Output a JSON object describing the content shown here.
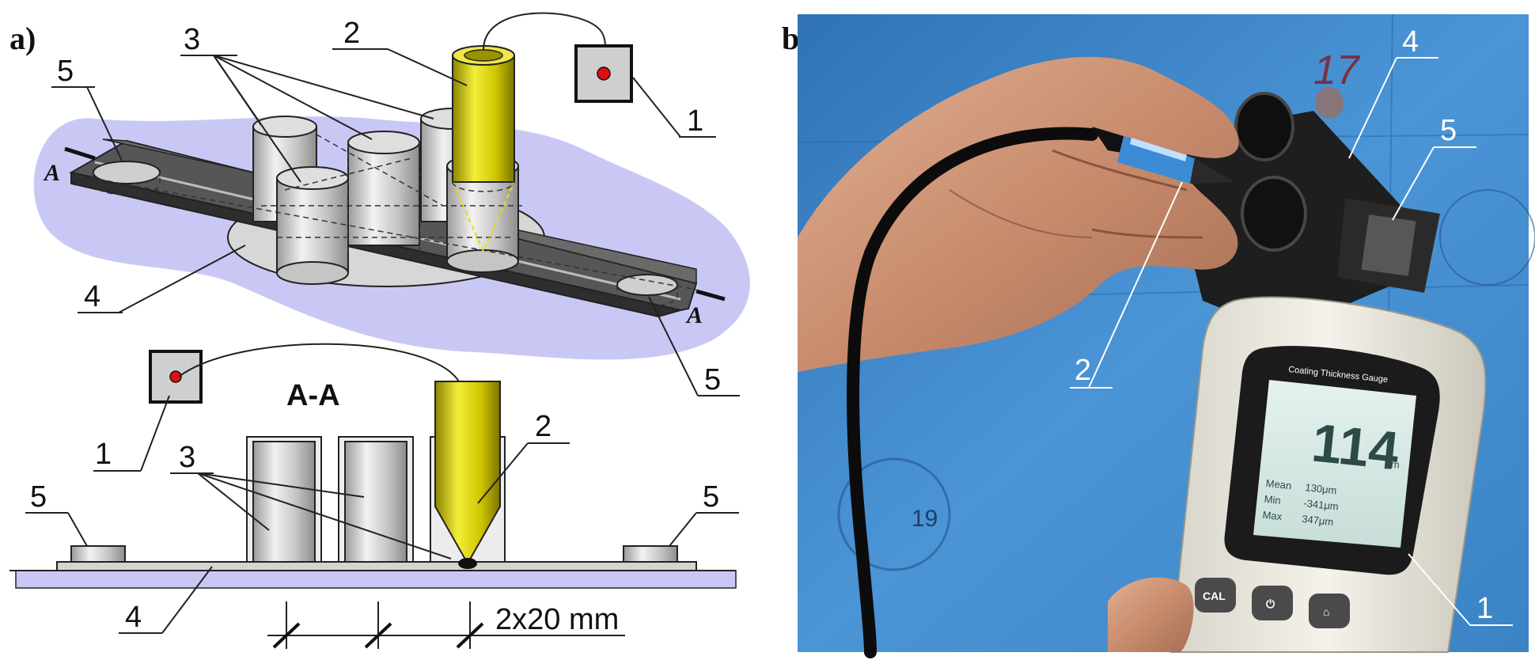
{
  "panel_a": {
    "label": "a)",
    "section_title": "A-A",
    "section_mark": "A",
    "dimension": "2x20 mm",
    "callouts": {
      "n1": "1",
      "n2": "2",
      "n3": "3",
      "n4": "4",
      "n5": "5"
    }
  },
  "panel_b": {
    "label": "b)",
    "wall_number": "17",
    "wall_number_2": "19",
    "callouts": {
      "n1": "1",
      "n2": "2",
      "n4": "4",
      "n5": "5"
    },
    "gauge": {
      "title": "Coating Thickness Gauge",
      "reading": "114",
      "unit": "μm",
      "stats": [
        {
          "label": "Mean",
          "value": "130μm"
        },
        {
          "label": "Min",
          "value": "-341μm"
        },
        {
          "label": "Max",
          "value": "347μm"
        }
      ],
      "buttons": [
        "CAL",
        "⏻",
        "⌂"
      ]
    }
  },
  "colors": {
    "probe_yellow": "#d9d000",
    "wall_blue": "#3d86c8",
    "surface_lavender": "#c9c8f5",
    "rail_gray": "#4b4b4b",
    "cylinder_gray": "#cfcfcf",
    "red_dot": "#e01010"
  },
  "icons": {
    "device": "meter-box-icon",
    "probe": "probe-icon",
    "holder": "cylinder-holder-icon"
  }
}
